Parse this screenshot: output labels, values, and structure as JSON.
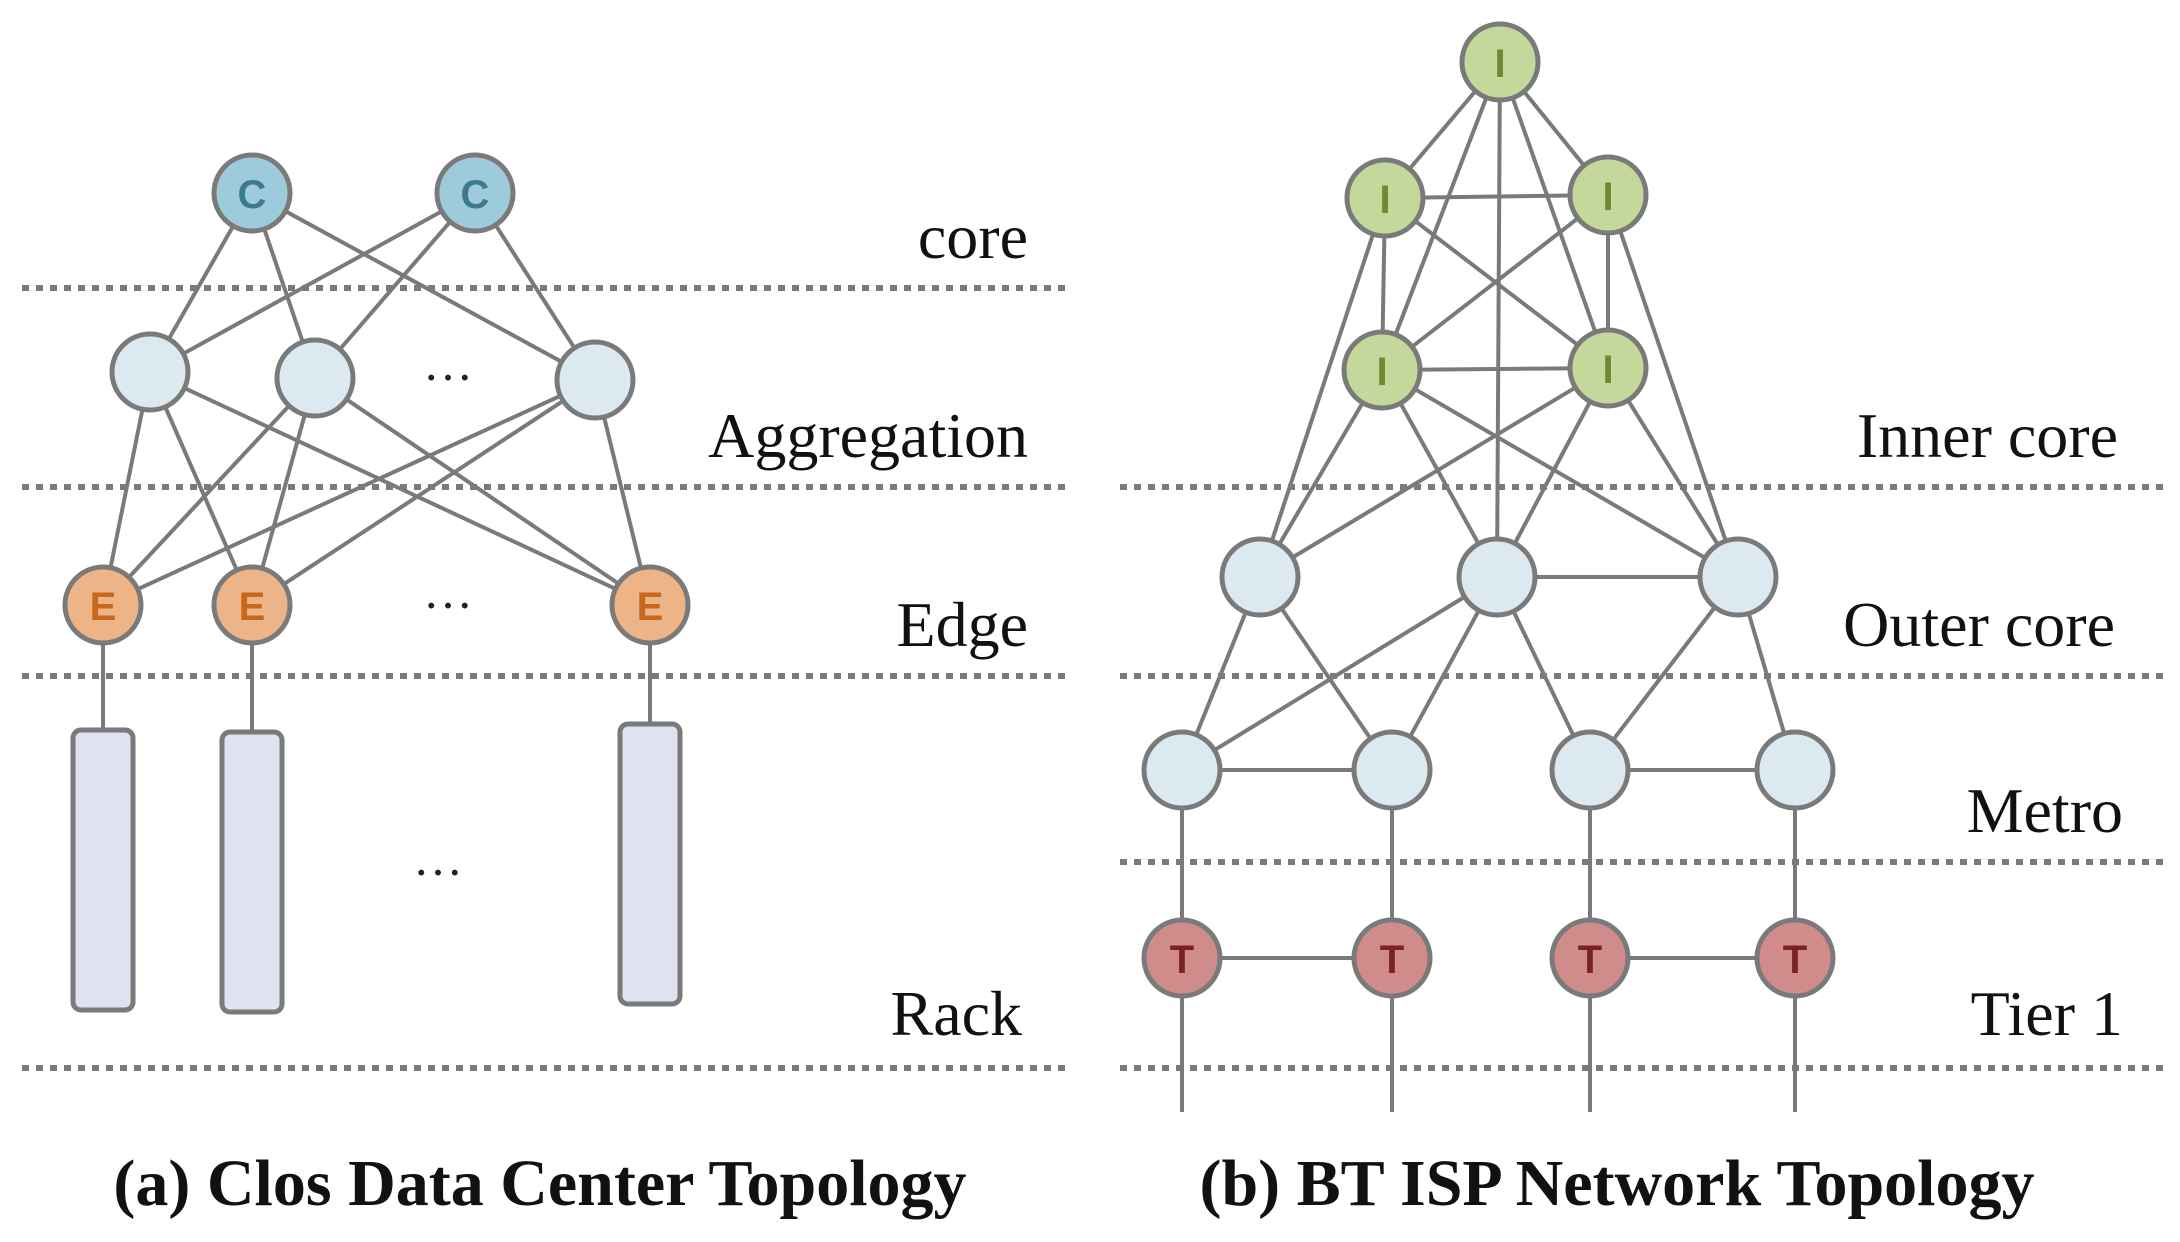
{
  "panel_a": {
    "caption": "(a) Clos Data Center Topology",
    "layers": {
      "core": "core",
      "aggregation": "Aggregation",
      "edge": "Edge",
      "rack": "Rack"
    },
    "ellipsis": "…",
    "core_node_letter": "C",
    "edge_node_letter": "E"
  },
  "panel_b": {
    "caption": "(b) BT ISP Network Topology",
    "layers": {
      "inner_core": "Inner core",
      "outer_core": "Outer core",
      "metro": "Metro",
      "tier1": "Tier 1"
    },
    "inner_node_letter": "I",
    "tier1_node_letter": "T"
  },
  "colors": {
    "core_node_fill": "#9ecbdc",
    "core_node_letter": "#3d7a92",
    "plain_node_fill": "#dde9f1",
    "edge_node_fill": "#ecb487",
    "edge_node_letter": "#c9671c",
    "inner_node_fill": "#c3d89a",
    "inner_node_letter": "#6b8a34",
    "tier1_node_fill": "#d08c8a",
    "tier1_node_letter": "#7c2222",
    "rack_fill": "#dee3ef",
    "line": "#7a7a7a"
  }
}
